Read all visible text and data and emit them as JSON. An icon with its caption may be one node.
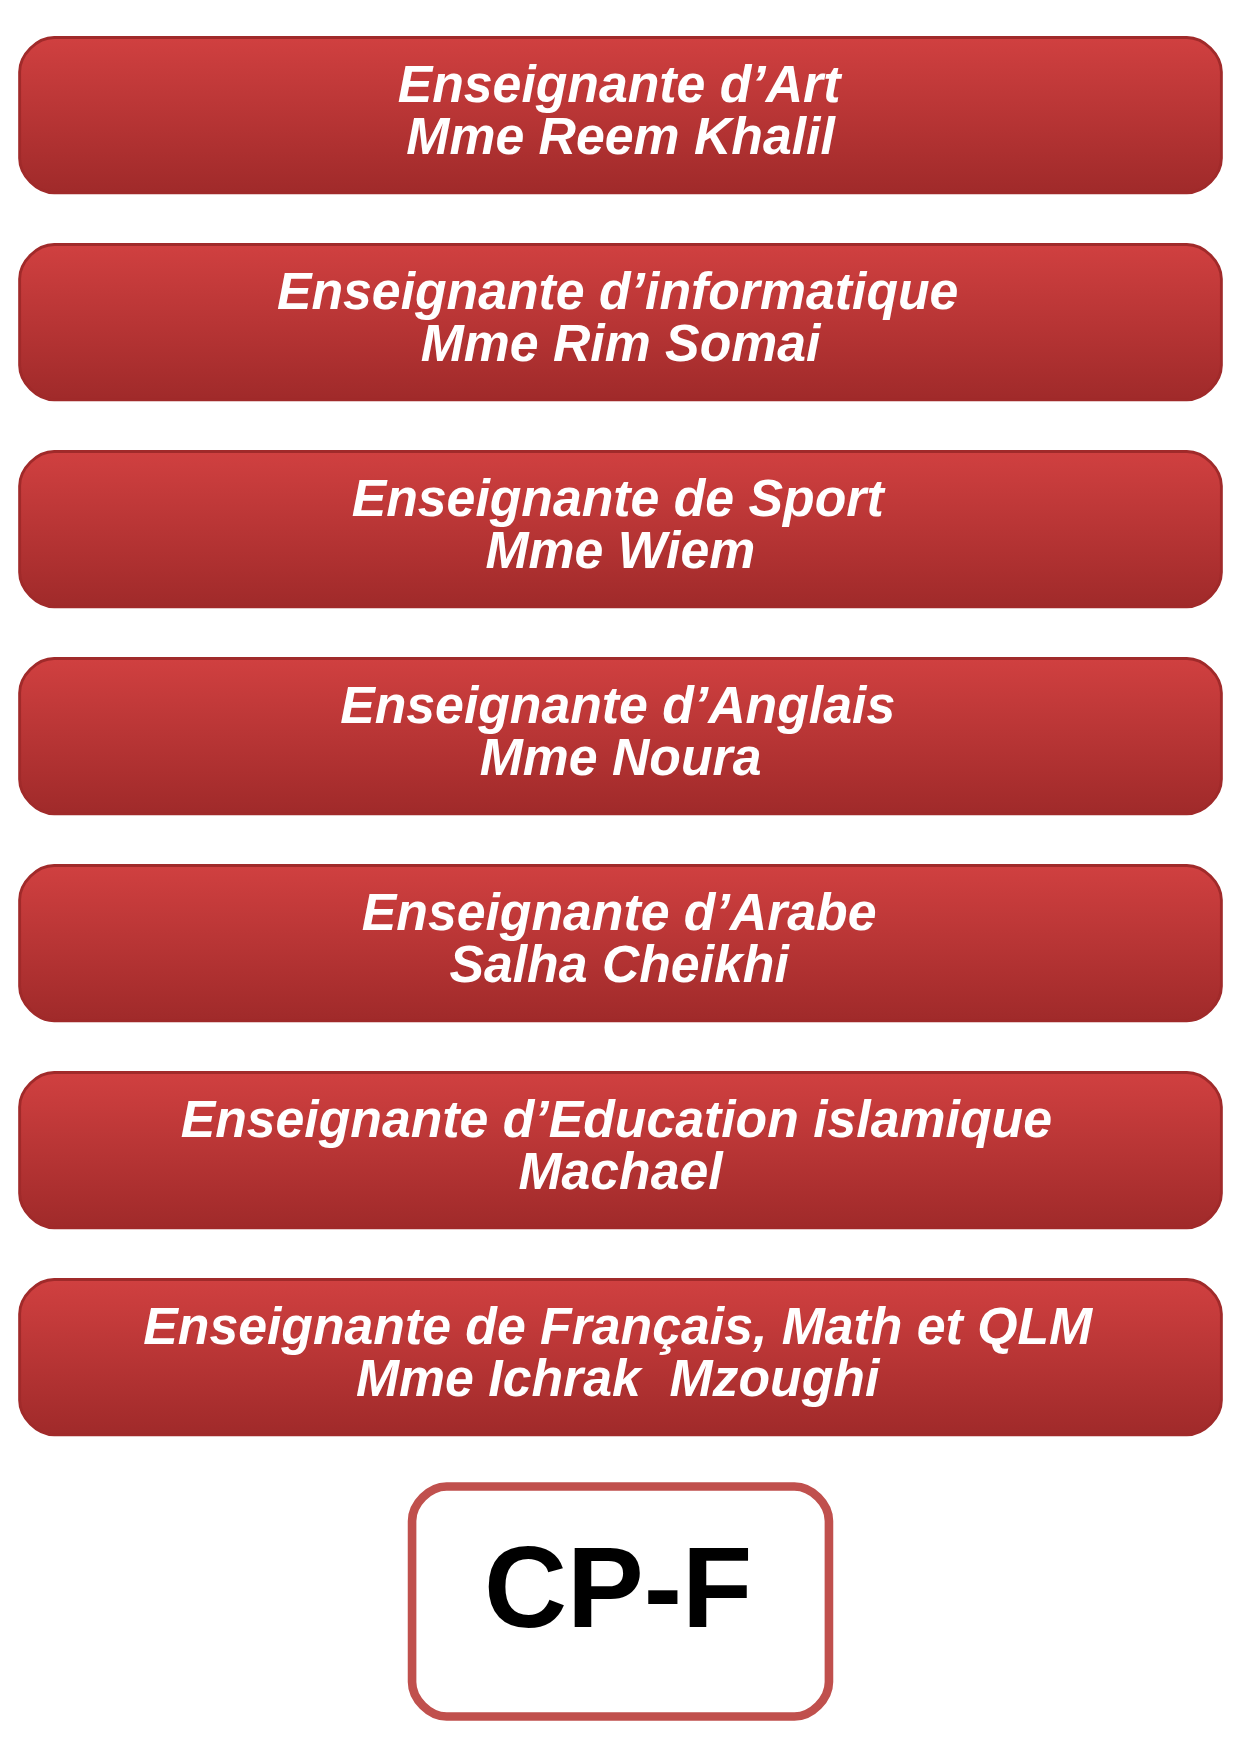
{
  "diagram": {
    "nodes": [
      {
        "text": [
          "CP-F"
        ]
      },
      {
        "text": [
          "Enseignante de Français, Math et QLM",
          "Mme Ichrak  Mzoughi"
        ]
      },
      {
        "text": [
          "Enseignante d’Education islamique",
          "Machael"
        ]
      },
      {
        "text": [
          "Enseignante d’Arabe",
          "Salha Cheikhi"
        ]
      },
      {
        "text": [
          "Enseignante d’Anglais",
          "Mme Noura"
        ]
      },
      {
        "text": [
          "Enseignante de Sport",
          "Mme Wiem"
        ]
      },
      {
        "text": [
          "Enseignante d’informatique",
          "Mme Rim Somai"
        ]
      },
      {
        "text": [
          "Enseignante d’Art",
          "Mme Reem Khalil"
        ]
      }
    ]
  }
}
